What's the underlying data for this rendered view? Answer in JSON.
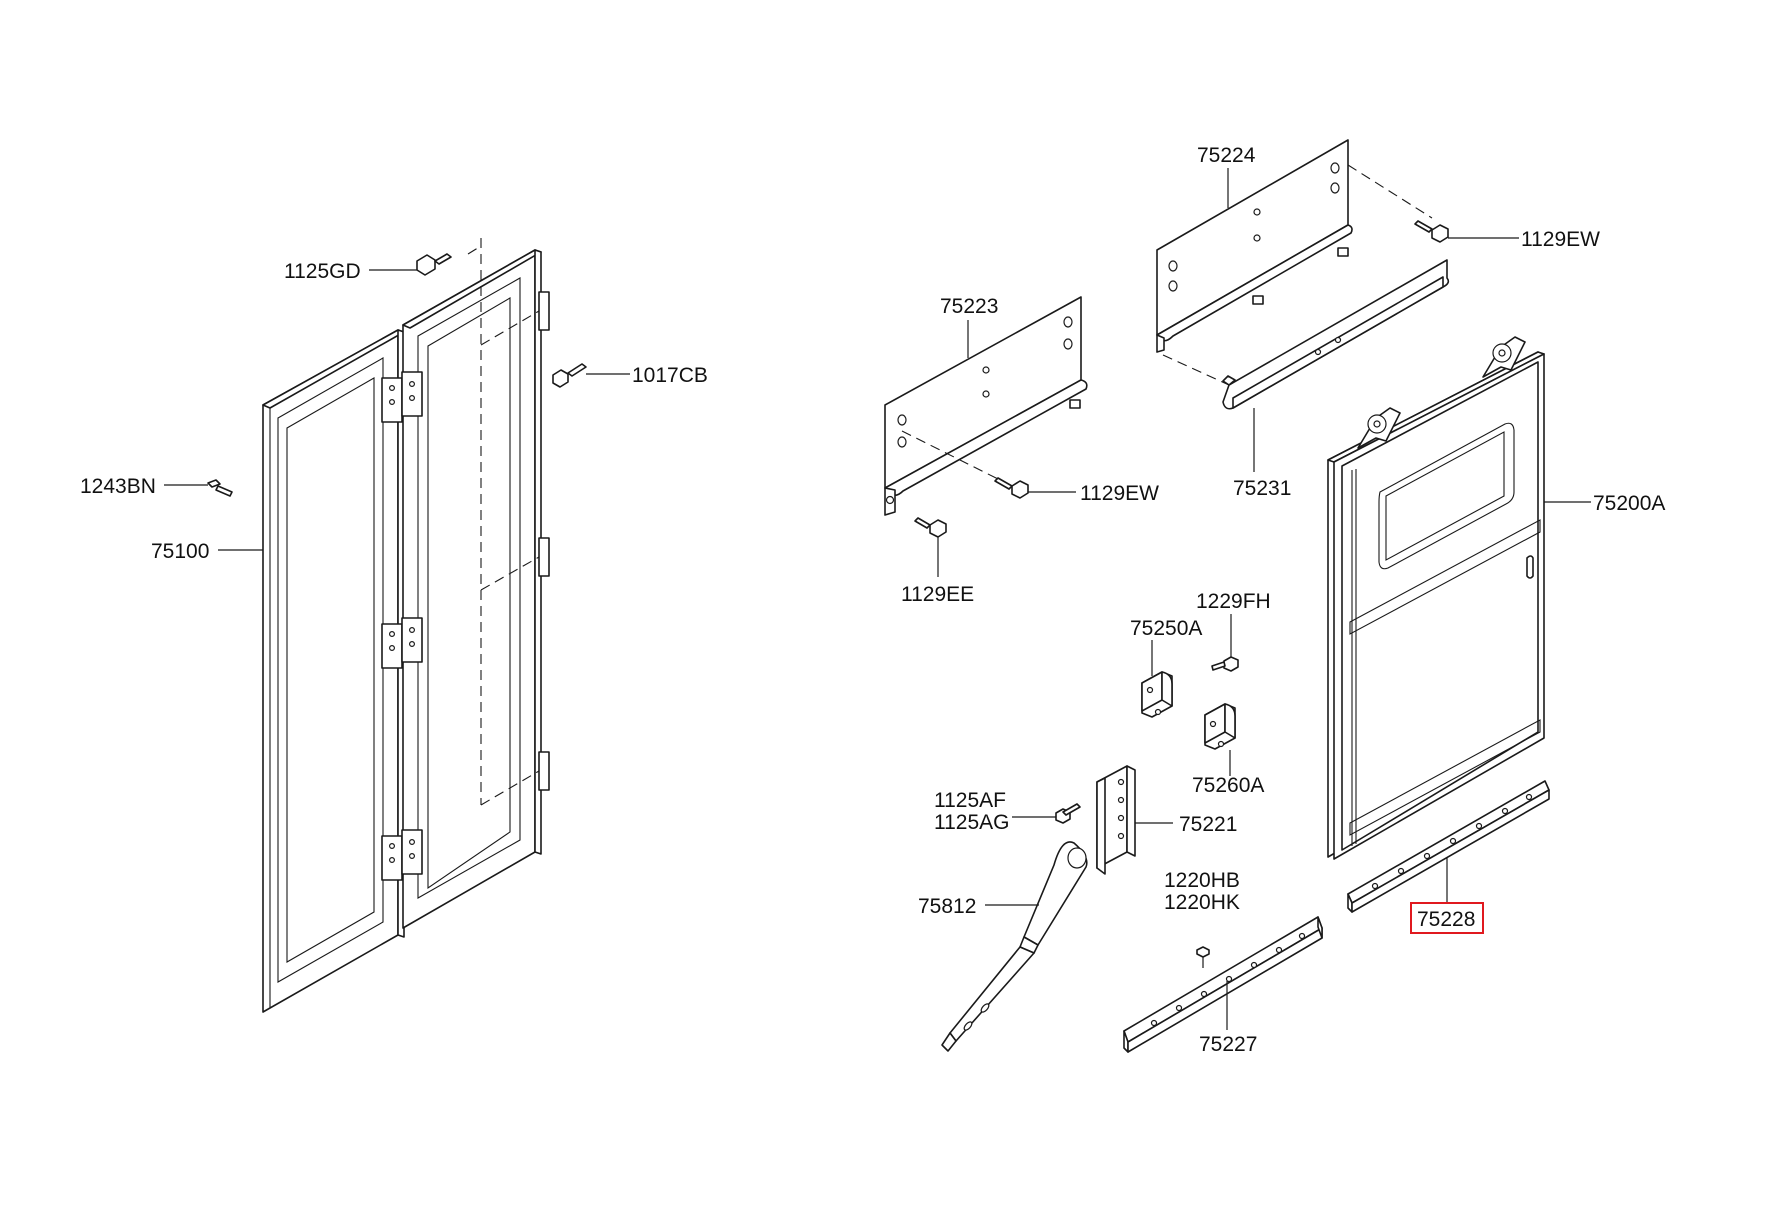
{
  "labels": {
    "p1125GD": "1125GD",
    "p1017CB": "1017CB",
    "p1243BN": "1243BN",
    "p75100": "75100",
    "p75224": "75224",
    "p1129EW_top": "1129EW",
    "p75223": "75223",
    "p1129EW_mid": "1129EW",
    "p75231": "75231",
    "p75200A": "75200A",
    "p1129EE": "1129EE",
    "p1229FH": "1229FH",
    "p75250A": "75250A",
    "p75260A": "75260A",
    "p1125AF": "1125AF",
    "p1125AG": "1125AG",
    "p75221": "75221",
    "p75812": "75812",
    "p1220HB": "1220HB",
    "p1220HK": "1220HK",
    "p75227": "75227",
    "p75228": "75228"
  },
  "highlight": {
    "part": "75228",
    "color": "#e0191f"
  }
}
